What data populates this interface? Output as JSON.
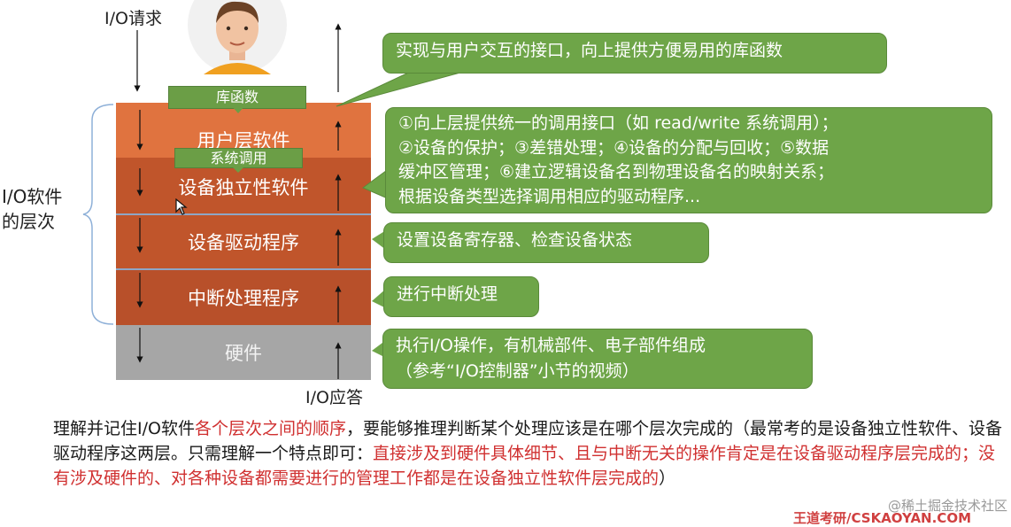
{
  "labels": {
    "io_request": "I/O请求",
    "io_response": "I/O应答",
    "side_title_line1": "I/O软件",
    "side_title_line2": "的层次"
  },
  "layers": [
    {
      "label": "用户层软件"
    },
    {
      "label": "设备独立性软件"
    },
    {
      "label": "设备驱动程序"
    },
    {
      "label": "中断处理程序"
    },
    {
      "label": "硬件"
    }
  ],
  "tags": {
    "library": "库函数",
    "syscall": "系统调用"
  },
  "callouts": {
    "user_layer": "实现与用户交互的接口，向上提供方便易用的库函数",
    "independent_lines": [
      "①向上层提供统一的调用接口（如 read/write 系统调用）；",
      "②设备的保护；③差错处理；④设备的分配与回收；⑤数据",
      "缓冲区管理；⑥建立逻辑设备名到物理设备名的映射关系；",
      "根据设备类型选择调用相应的驱动程序..."
    ],
    "driver": "设置设备寄存器、检查设备状态",
    "interrupt": "进行中断处理",
    "hardware_lines": [
      "执行I/O操作，有机械部件、电子部件组成",
      "（参考“I/O控制器”小节的视频）"
    ]
  },
  "bottom": {
    "p1": "理解并记住I/O软件",
    "p2_red": "各个层次之间的顺序",
    "p3": "，要能够推理判断某个处理应该是在哪个层次完成的（最常考的是设备独立性软件、设备驱动程序这两层。只需理解一个特点即可：",
    "p4_red": "直接涉及到硬件具体细节、且与中断无关的操作肯定是在设备驱动程序层完成的；没有涉及硬件的、对各种设备都需要进行的管理工作都是在设备独立性软件层完成的",
    "p5": "）"
  },
  "watermarks": {
    "site": "@稀土掘金技术社区",
    "brand": "王道考研/CSKAOYAN.COM"
  },
  "colors": {
    "user_layer": "#e0733f",
    "middle_layers": "#c0552b",
    "hardware": "#a6a6a6",
    "callout": "#6ea548",
    "emphasis": "#d03030"
  }
}
